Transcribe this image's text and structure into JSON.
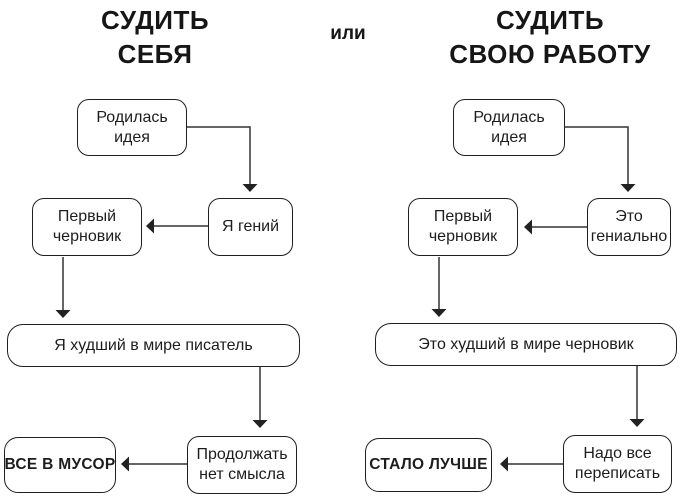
{
  "colors": {
    "background": "#ffffff",
    "box_border": "#1f1f1f",
    "connector_line": "#333333",
    "text": "#1d1d1d"
  },
  "header": {
    "left_title_line1": "СУДИТЬ",
    "left_title_line2": "СЕБЯ",
    "or_word": "или",
    "right_title_line1": "СУДИТЬ",
    "right_title_line2": "СВОЮ РАБОТУ"
  },
  "left": {
    "title": "СУДИТЬ СЕБЯ",
    "nodes": {
      "idea": "Родилась идея",
      "verdict_start": "Я гений",
      "first_draft": "Первый черновик",
      "verdict_mid": "Я худший в мире писатель",
      "verdict_end": "Продолжать нет смысла",
      "outcome": "ВСЕ В МУСОР"
    }
  },
  "right": {
    "title": "СУДИТЬ СВОЮ РАБОТУ",
    "nodes": {
      "idea": "Родилась идея",
      "verdict_start": "Это гениально",
      "first_draft": "Первый черновик",
      "verdict_mid": "Это худший в мире черновик",
      "verdict_end": "Надо все переписать",
      "outcome": "СТАЛО ЛУЧШЕ"
    }
  }
}
